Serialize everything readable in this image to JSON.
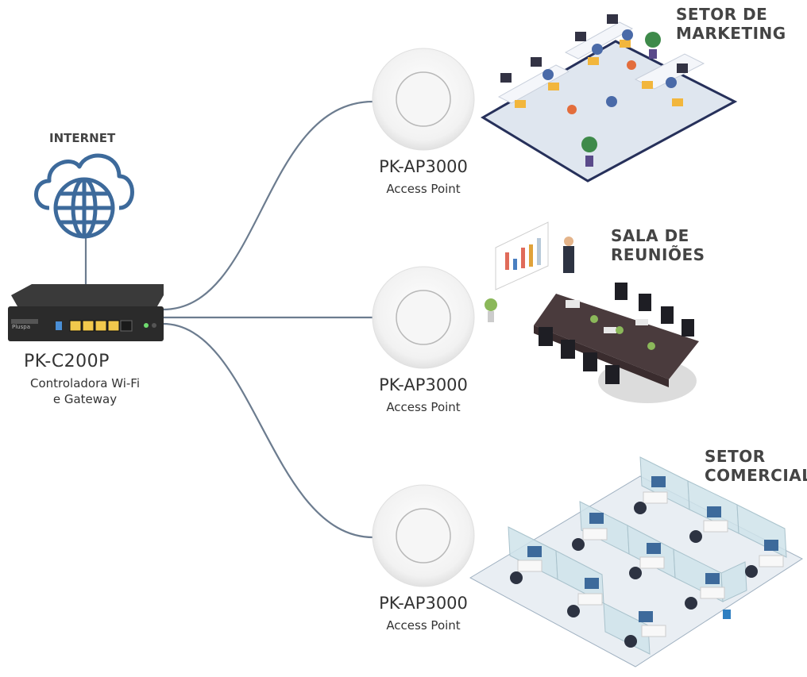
{
  "internet": {
    "label": "INTERNET",
    "icon": "cloud-globe-icon"
  },
  "controller": {
    "name": "PK-C200P",
    "description": "Controladora Wi-Fi\ne Gateway",
    "brand": "Pluspa"
  },
  "access_points": [
    {
      "model": "PK-AP3000",
      "type": "Access Point"
    },
    {
      "model": "PK-AP3000",
      "type": "Access Point"
    },
    {
      "model": "PK-AP3000",
      "type": "Access Point"
    }
  ],
  "areas": [
    {
      "title": "SETOR DE\nMARKETING"
    },
    {
      "title": "SALA DE\nREUNIÕES"
    },
    {
      "title": "SETOR\nCOMERCIAL"
    }
  ],
  "colors": {
    "line": "#6c7c8f",
    "globe": "#3d6a9b",
    "floor": "#dfe6ef",
    "led": "#f2c94c",
    "device": "#2b2b2b"
  }
}
